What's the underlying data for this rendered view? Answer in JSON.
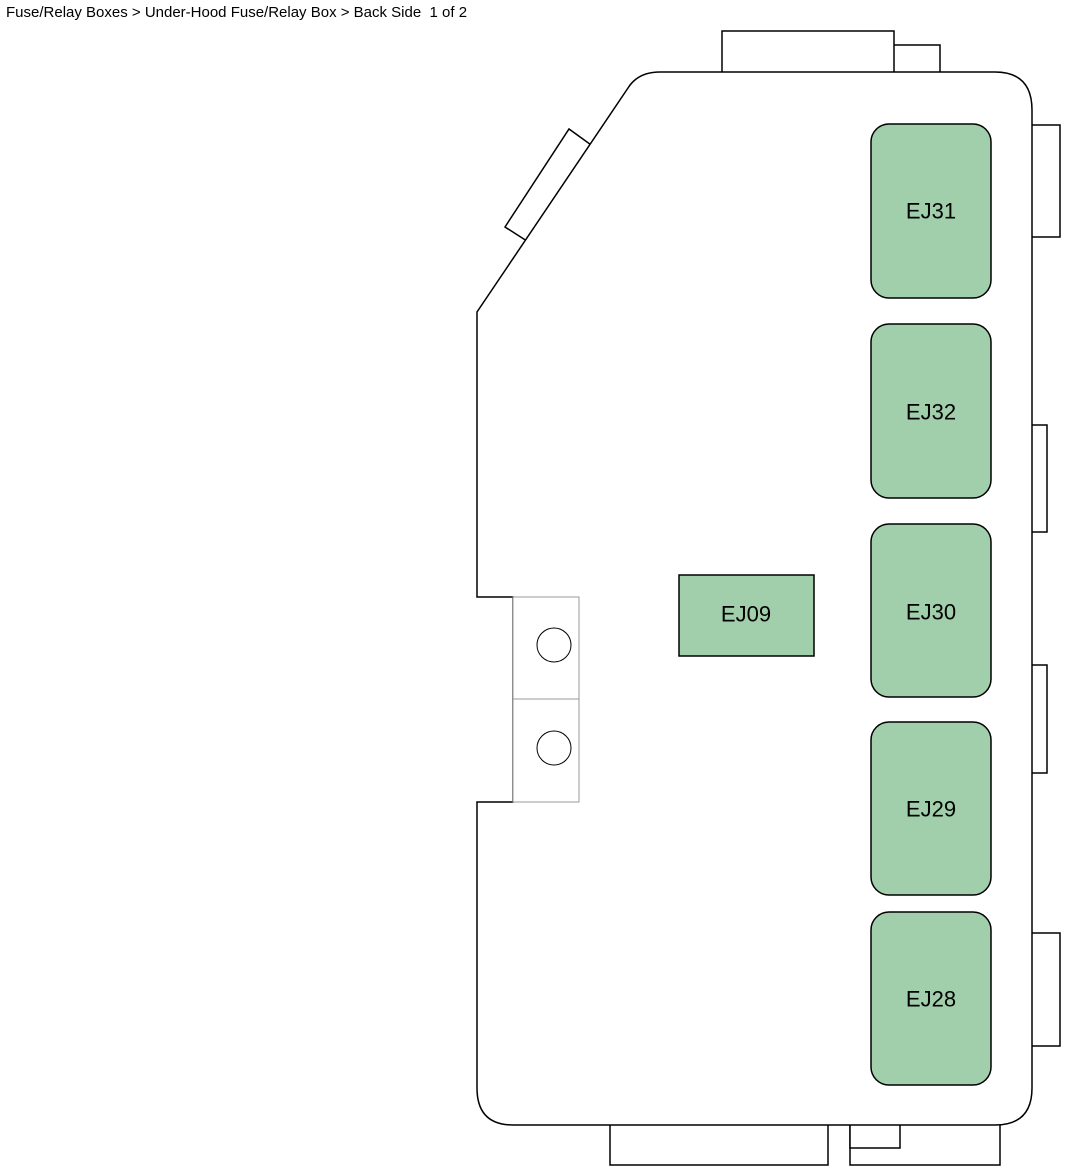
{
  "breadcrumb": {
    "text": "Fuse/Relay Boxes > Under-Hood Fuse/Relay Box > Back Side",
    "page": "1 of 2"
  },
  "colors": {
    "relay_fill": "#a1cfab",
    "outline": "#000000",
    "background": "#ffffff"
  },
  "relays": [
    {
      "id": "ej31",
      "label": "EJ31"
    },
    {
      "id": "ej32",
      "label": "EJ32"
    },
    {
      "id": "ej30",
      "label": "EJ30"
    },
    {
      "id": "ej29",
      "label": "EJ29"
    },
    {
      "id": "ej28",
      "label": "EJ28"
    },
    {
      "id": "ej09",
      "label": "EJ09"
    }
  ]
}
